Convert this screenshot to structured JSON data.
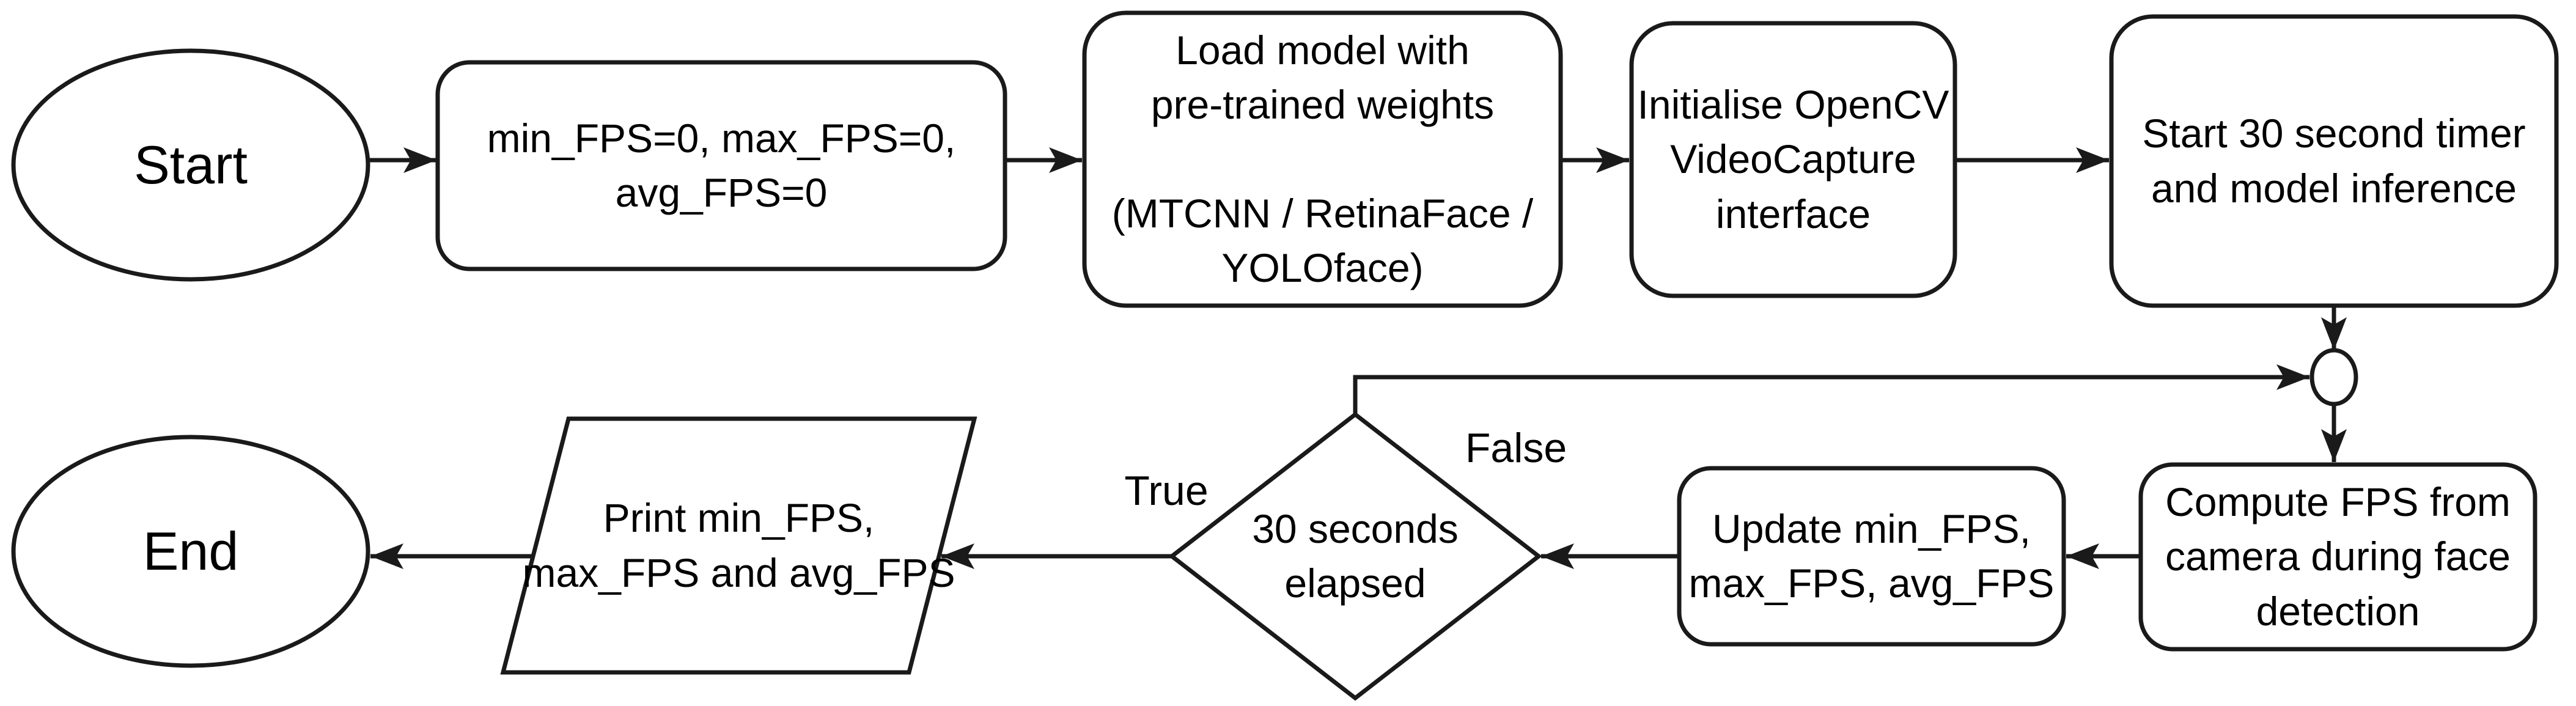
{
  "diagram_title": "FPS benchmarking flowchart",
  "colors": {
    "background": "#ffffff",
    "shape_fill": "#ffffff",
    "stroke": "#1a1a1a",
    "text": "#000000"
  },
  "nodes": {
    "start": {
      "label": "Start",
      "type": "terminator"
    },
    "init_vars": {
      "label": "min_FPS=0, max_FPS=0,\navg_FPS=0",
      "type": "process"
    },
    "load_model": {
      "label": "Load model with\npre-trained weights\n\n(MTCNN / RetinaFace /\nYOLOface)",
      "type": "process"
    },
    "init_capture": {
      "label": "Initialise OpenCV\nVideoCapture\ninterface",
      "type": "process"
    },
    "start_timer": {
      "label": "Start 30 second timer\nand model inference",
      "type": "process"
    },
    "compute_fps": {
      "label": "Compute FPS from\ncamera during face\ndetection",
      "type": "process"
    },
    "update_fps": {
      "label": "Update min_FPS,\nmax_FPS, avg_FPS",
      "type": "process"
    },
    "decision": {
      "label": "30 seconds\nelapsed",
      "type": "decision"
    },
    "print_output": {
      "label": "Print min_FPS,\nmax_FPS and avg_FPS",
      "type": "output"
    },
    "end": {
      "label": "End",
      "type": "terminator"
    }
  },
  "branch_labels": {
    "true": "True",
    "false": "False"
  }
}
